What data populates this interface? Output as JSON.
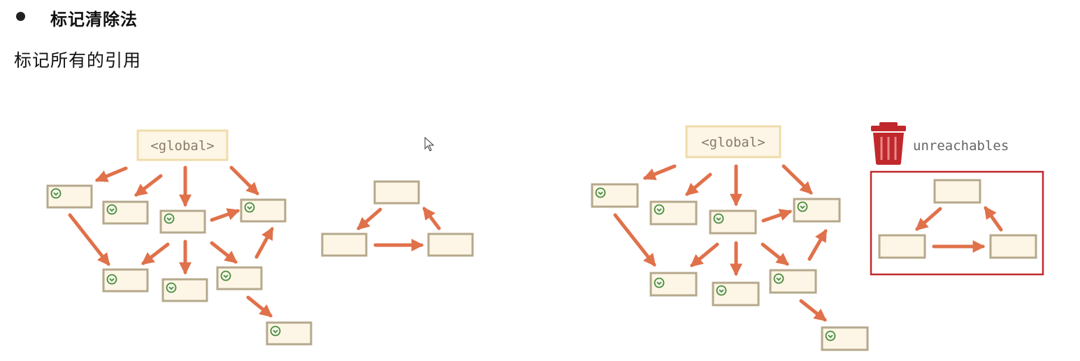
{
  "section": {
    "title": "标记清除法"
  },
  "description": "标记所有的引用",
  "diagram_left": {
    "global_label": "<global>"
  },
  "diagram_right": {
    "global_label": "<global>",
    "trash_label": "unreachables"
  },
  "colors": {
    "arrow": "#e0714a",
    "node_fill": "#fdf6e6",
    "node_border": "#b5a88c",
    "global_border": "#f0dcaa",
    "mark_green": "#4a8a3a",
    "trash_red": "#c0282c"
  }
}
